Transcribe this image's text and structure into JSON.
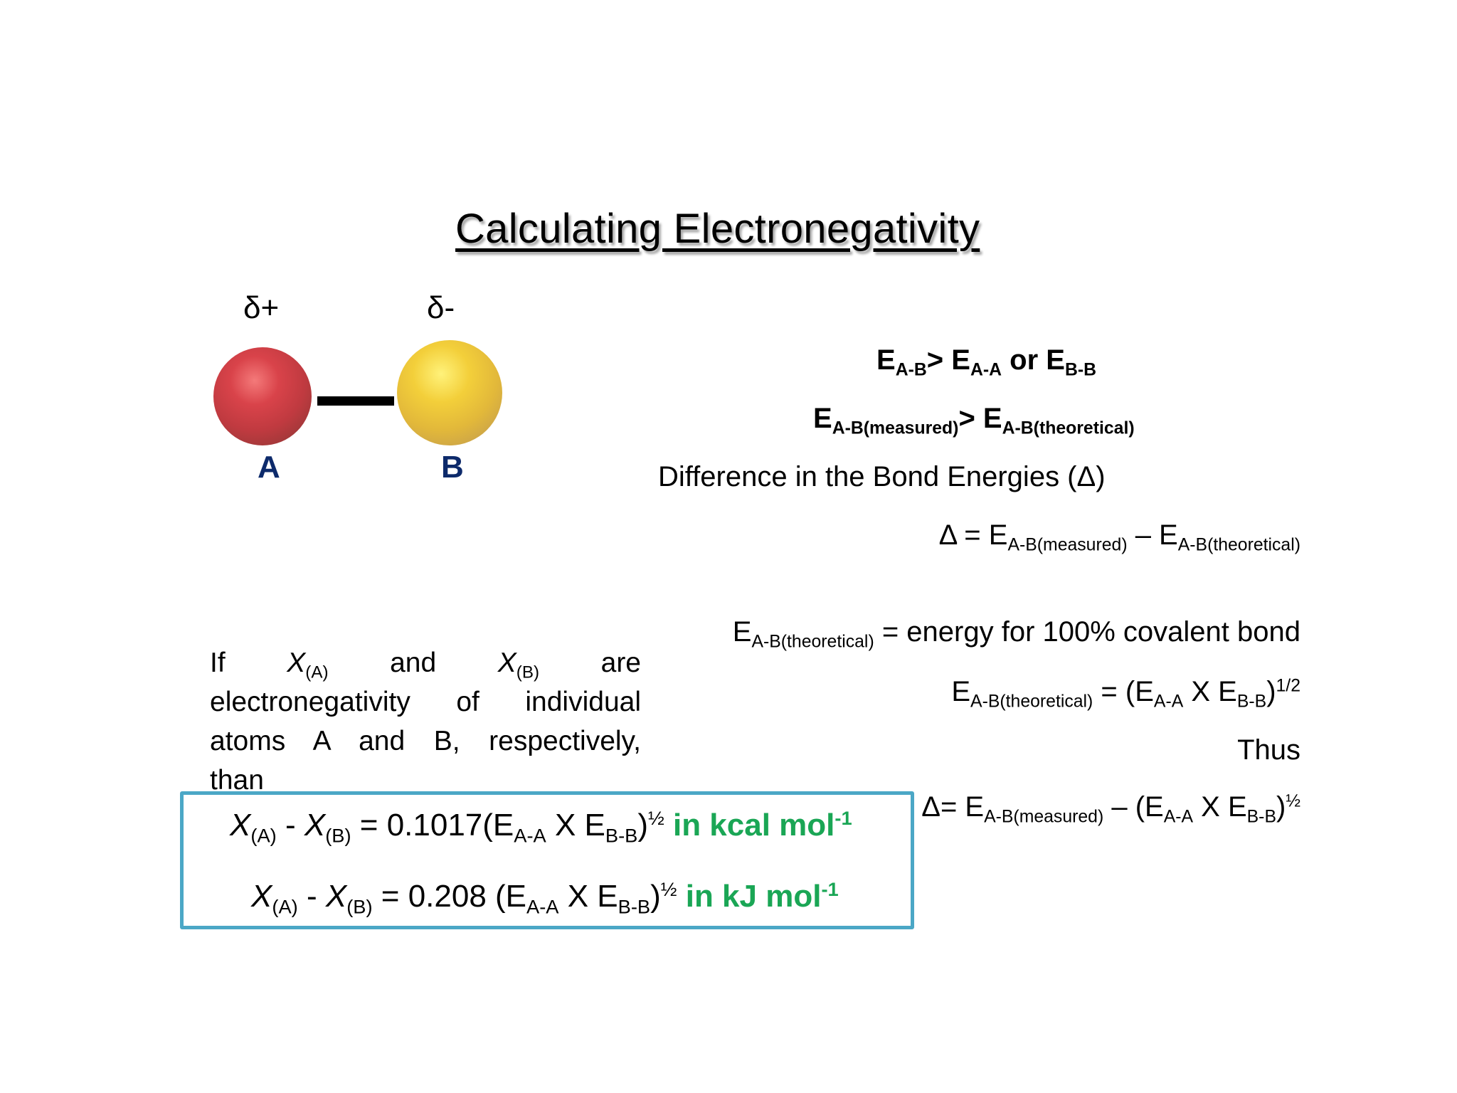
{
  "slide": {
    "title": "Calculating Electronegativity",
    "diagram": {
      "atom_a": {
        "charge": "δ+",
        "label": "A",
        "color": "#c8393f"
      },
      "atom_b": {
        "charge": "δ-",
        "label": "B",
        "color": "#e8c23e"
      },
      "label_color": "#0d2a6b",
      "icons": [
        "red-sphere-atom",
        "yellow-sphere-atom",
        "single-bond-line"
      ]
    },
    "condition1": {
      "e": "E",
      "sub1": "A-B",
      "gt": "> ",
      "e2": "E",
      "sub2": "A-A",
      "or": " or ",
      "e3": "E",
      "sub3": "B-B"
    },
    "condition2": {
      "e": "E",
      "sub1": "A-B(measured)",
      "gt": "> ",
      "e2": "E",
      "sub2": "A-B(theoretical)"
    },
    "difference_heading": "Difference in the Bond Energies (Δ)",
    "delta_equation": {
      "lhs": "Δ = E",
      "sub1": "A-B(measured)",
      "minus": " – E",
      "sub2": "A-B(theoretical)"
    },
    "theoretical_definition": {
      "e": "E",
      "sub": "A-B(theoretical)",
      "rhs": " = energy for 100% covalent bond"
    },
    "theoretical_equation": {
      "e": "E",
      "sub": "A-B(theoretical)",
      "mid": " = (E",
      "sub2": "A-A",
      "x": "  X E",
      "sub3": "B-B",
      "close": ")",
      "exp": "1/2"
    },
    "thus": "Thus",
    "final_equation": {
      "lhs": "Δ= E",
      "sub1": "A-B(measured)",
      "mid": " – (E",
      "sub2": "A-A",
      "x": "  X E",
      "sub3": "B-B",
      "close": ")",
      "exp": "½"
    },
    "paragraph": {
      "line1": {
        "if": "If",
        "x1": "X",
        "x1sub": "(A)",
        "and": "and",
        "x2": "X",
        "x2sub": "(B)",
        "are": "are"
      },
      "line2": "electronegativity of individual",
      "line3": "atoms A and B, respectively,",
      "line4": "than"
    },
    "formula_box": {
      "border_color": "#4ba7c6",
      "unit_color": "#1aa655",
      "kcal": {
        "x1": "X",
        "x1sub": "(A)",
        "dash": " - ",
        "x2": "X",
        "x2sub": "(B)",
        "eq": " = 0.1017(E",
        "sub1": "A-A",
        "x": "  X E",
        "sub2": "B-B",
        "close": ")",
        "exp": "½",
        "unit": " in kcal mol",
        "unit_exp": "-1"
      },
      "kj": {
        "x1": "X",
        "x1sub": "(A)",
        "dash": " - ",
        "x2": "X",
        "x2sub": "(B)",
        "eq": " = 0.208 (E",
        "sub1": "A-A",
        "x": "  X E",
        "sub2": "B-B",
        "close": ")",
        "exp": "½",
        "unit": " in kJ mol",
        "unit_exp": "-1"
      }
    }
  }
}
